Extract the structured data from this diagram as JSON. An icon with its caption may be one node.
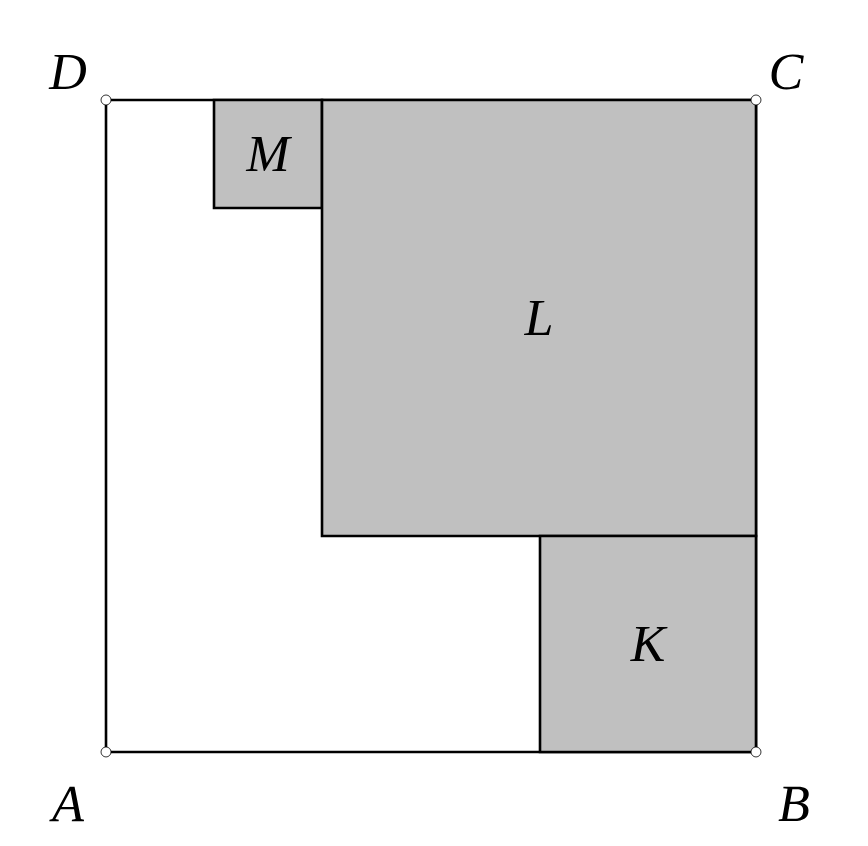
{
  "diagram": {
    "nodes": [
      {
        "text": [],
        "shape": "box"
      },
      {
        "text": [
          "M"
        ],
        "in": 0
      },
      {
        "text": [
          "L"
        ],
        "in": 0
      },
      {
        "text": [
          "K"
        ],
        "in": 0
      }
    ],
    "labels": [
      "D",
      "C",
      "A",
      "B"
    ]
  }
}
